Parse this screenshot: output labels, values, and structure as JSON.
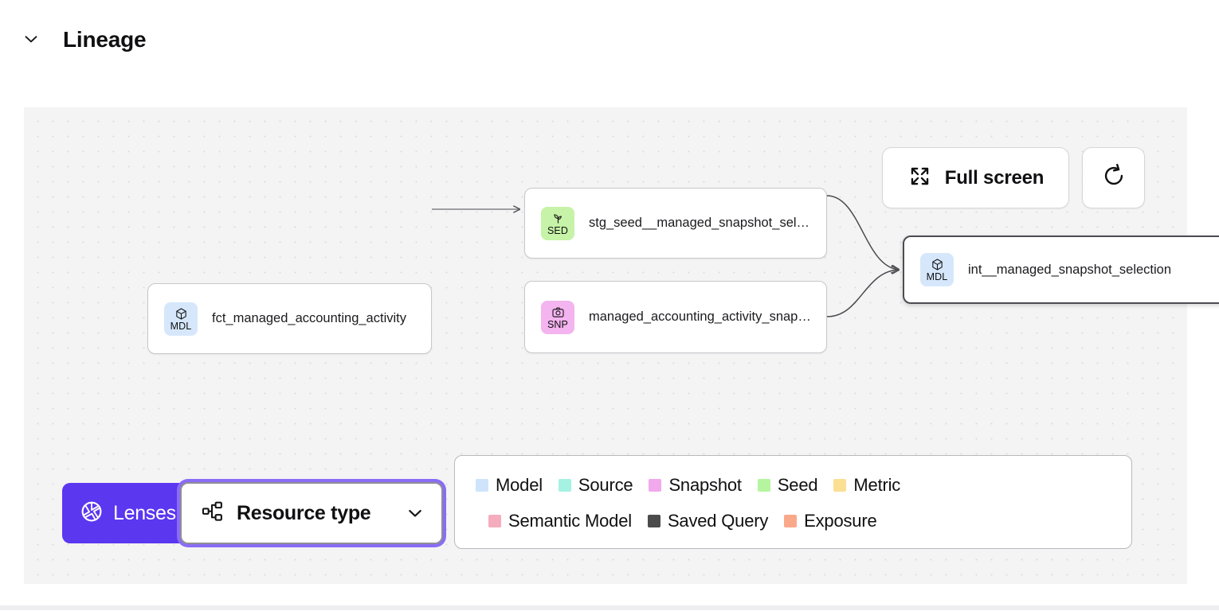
{
  "section": {
    "title": "Lineage",
    "collapse_icon": "chevron-down-icon",
    "expanded": true
  },
  "canvas": {
    "background_color": "#f4f4f5",
    "grid": "dot-grid",
    "controls": [
      {
        "name": "fullscreen-button",
        "label": "Full screen",
        "icon": "expand-arrows-icon"
      },
      {
        "name": "refresh-button",
        "label": "",
        "icon": "refresh-icon"
      }
    ],
    "nodes": [
      {
        "id": "fct_managed_accounting_activity",
        "label": "fct_managed_accounting_activity",
        "resource_type": "Model",
        "abbr": "MDL",
        "icon": "cube-icon",
        "badge_color": "#d6e7fb",
        "selected": false
      },
      {
        "id": "stg_seed__managed_snapshot_selection",
        "label": "stg_seed__managed_snapshot_selecti...",
        "resource_type": "Seed",
        "abbr": "SED",
        "icon": "sprout-icon",
        "badge_color": "#c6f3a7",
        "selected": false
      },
      {
        "id": "managed_accounting_activity_snapshot",
        "label": "managed_accounting_activity_snapshot",
        "resource_type": "Snapshot",
        "abbr": "SNP",
        "icon": "camera-icon",
        "badge_color": "#f3b4ef",
        "selected": false
      },
      {
        "id": "int__managed_snapshot_selection",
        "label": "int__managed_snapshot_selection",
        "resource_type": "Model",
        "abbr": "MDL",
        "icon": "cube-icon",
        "badge_color": "#d6e7fb",
        "selected": true
      }
    ],
    "edges": [
      {
        "from": "fct_managed_accounting_activity",
        "to": "managed_accounting_activity_snapshot"
      },
      {
        "from": "stg_seed__managed_snapshot_selection",
        "to": "int__managed_snapshot_selection"
      },
      {
        "from": "managed_accounting_activity_snapshot",
        "to": "int__managed_snapshot_selection"
      }
    ]
  },
  "legend": {
    "rows": [
      [
        {
          "label": "Model",
          "color": "#cde4fb"
        },
        {
          "label": "Source",
          "color": "#a5f2e3"
        },
        {
          "label": "Snapshot",
          "color": "#f2a8ec"
        },
        {
          "label": "Seed",
          "color": "#b6f5a0"
        },
        {
          "label": "Metric",
          "color": "#fbdf93"
        }
      ],
      [
        {
          "label": "Semantic Model",
          "color": "#f5adbd"
        },
        {
          "label": "Saved Query",
          "color": "#4b4b4b"
        },
        {
          "label": "Exposure",
          "color": "#f9a98a"
        }
      ]
    ]
  },
  "toolbar": {
    "lenses": {
      "label": "Lenses",
      "icon": "aperture-icon",
      "color": "#5b37f0"
    },
    "resource_type": {
      "label": "Resource type",
      "icon": "hierarchy-icon",
      "chevron": "chevron-down-icon",
      "focused": true
    }
  }
}
